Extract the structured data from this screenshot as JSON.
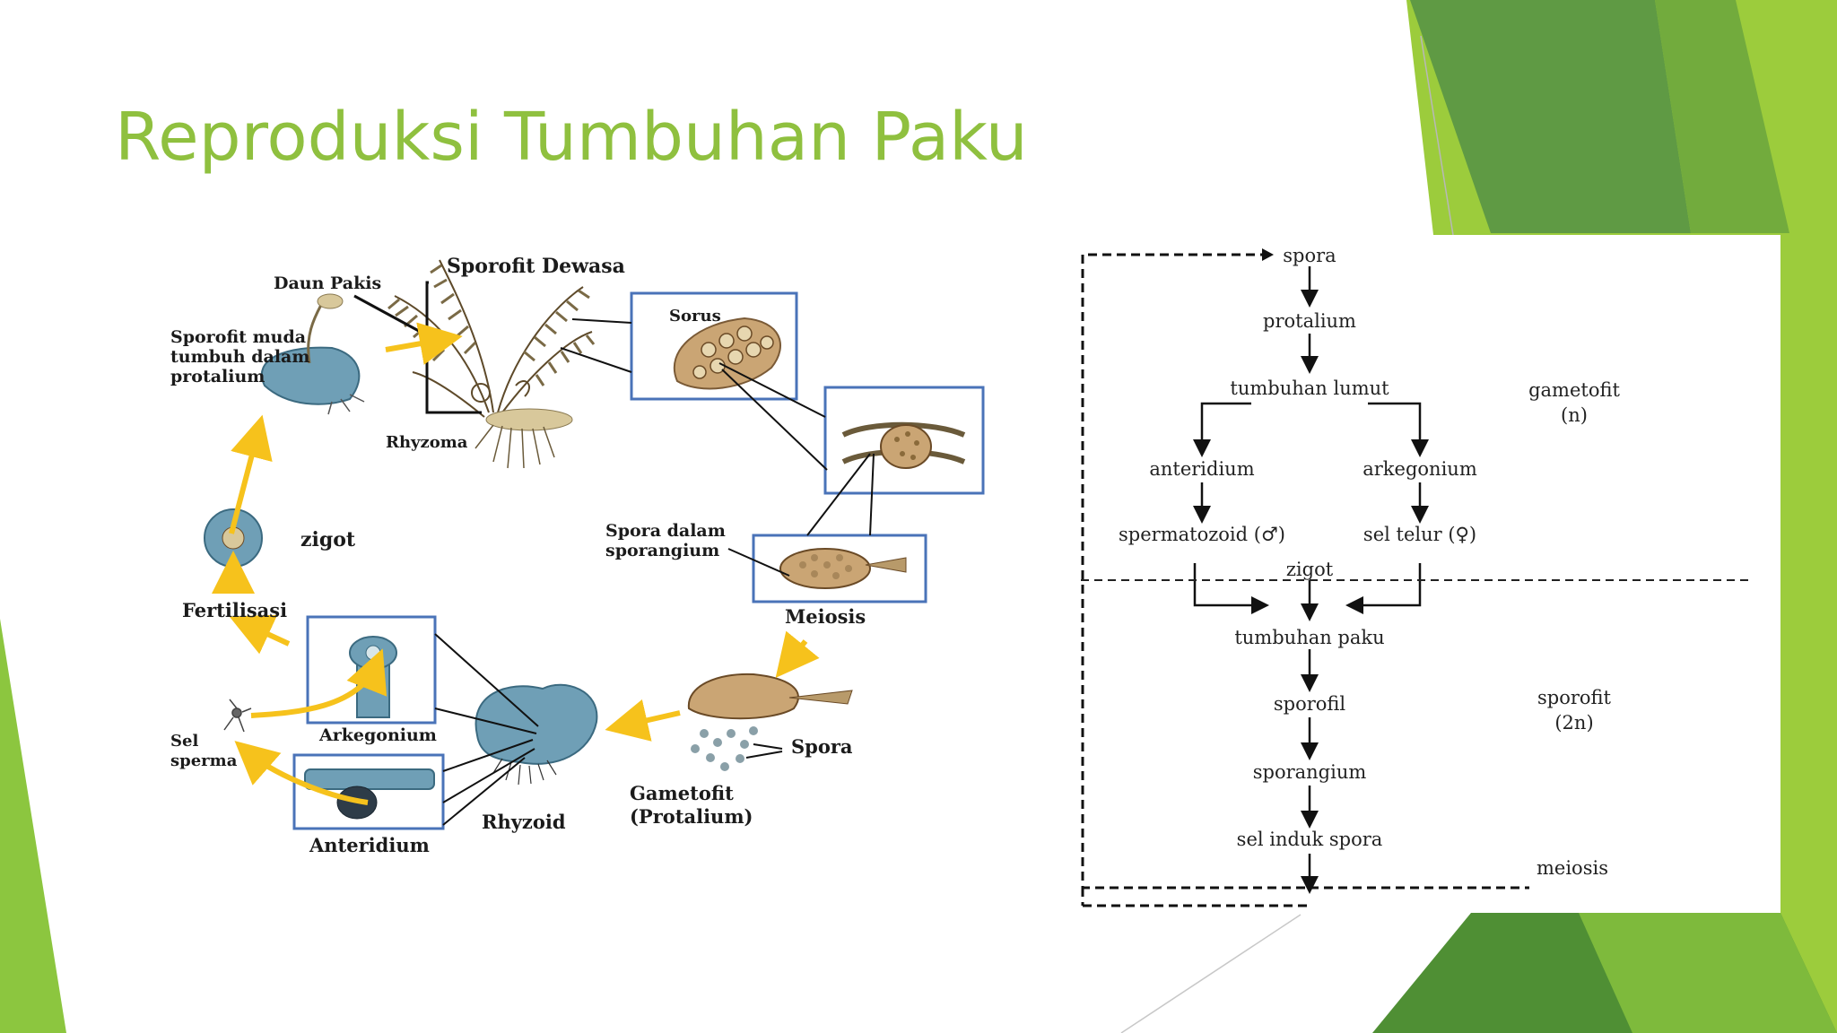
{
  "slide": {
    "title": "Reproduksi Tumbuhan Paku",
    "colors": {
      "title": "#8fc03f",
      "dark_green": "#5d9a3a",
      "light_green": "#9ccc3c",
      "box_blue": "#4a73b8",
      "arrow_yellow": "#f6c21c",
      "tissue_blue": "#6f9fb6",
      "sporangium_tan": "#caa574"
    }
  },
  "cycle": {
    "labels": {
      "sporofit_dewasa": "Sporofit Dewasa",
      "daun_pakis": "Daun Pakis",
      "sporofit_muda_1": "Sporofit muda",
      "sporofit_muda_2": "tumbuh dalam",
      "sporofit_muda_3": "protalium",
      "rhyzoma": "Rhyzoma",
      "sorus": "Sorus",
      "spora_dalam_1": "Spora dalam",
      "spora_dalam_2": "sporangium",
      "meiosis": "Meiosis",
      "zigot": "zigot",
      "fertilisasi": "Fertilisasi",
      "arkegonium": "Arkegonium",
      "sel_sperma_1": "Sel",
      "sel_sperma_2": "sperma",
      "anteridium": "Anteridium",
      "rhyzoid": "Rhyzoid",
      "gametofit_1": "Gametofit",
      "gametofit_2": "(Protalium)",
      "spora": "Spora"
    }
  },
  "flow": {
    "nodes": {
      "spora": "spora",
      "protalium": "protalium",
      "tumbuhan_lumut": "tumbuhan lumut",
      "anteridium": "anteridium",
      "arkegonium": "arkegonium",
      "spermatozoid": "spermatozoid (♂)",
      "sel_telur": "sel telur (♀)",
      "zigot": "zigot",
      "tumbuhan_paku": "tumbuhan paku",
      "sporofil": "sporofil",
      "sporangium": "sporangium",
      "sel_induk_spora": "sel induk spora",
      "meiosis": "meiosis"
    },
    "phases": {
      "gametofit": "gametofit",
      "gametofit_ploidy": "(n)",
      "sporofit": "sporofit",
      "sporofit_ploidy": "(2n)"
    }
  }
}
